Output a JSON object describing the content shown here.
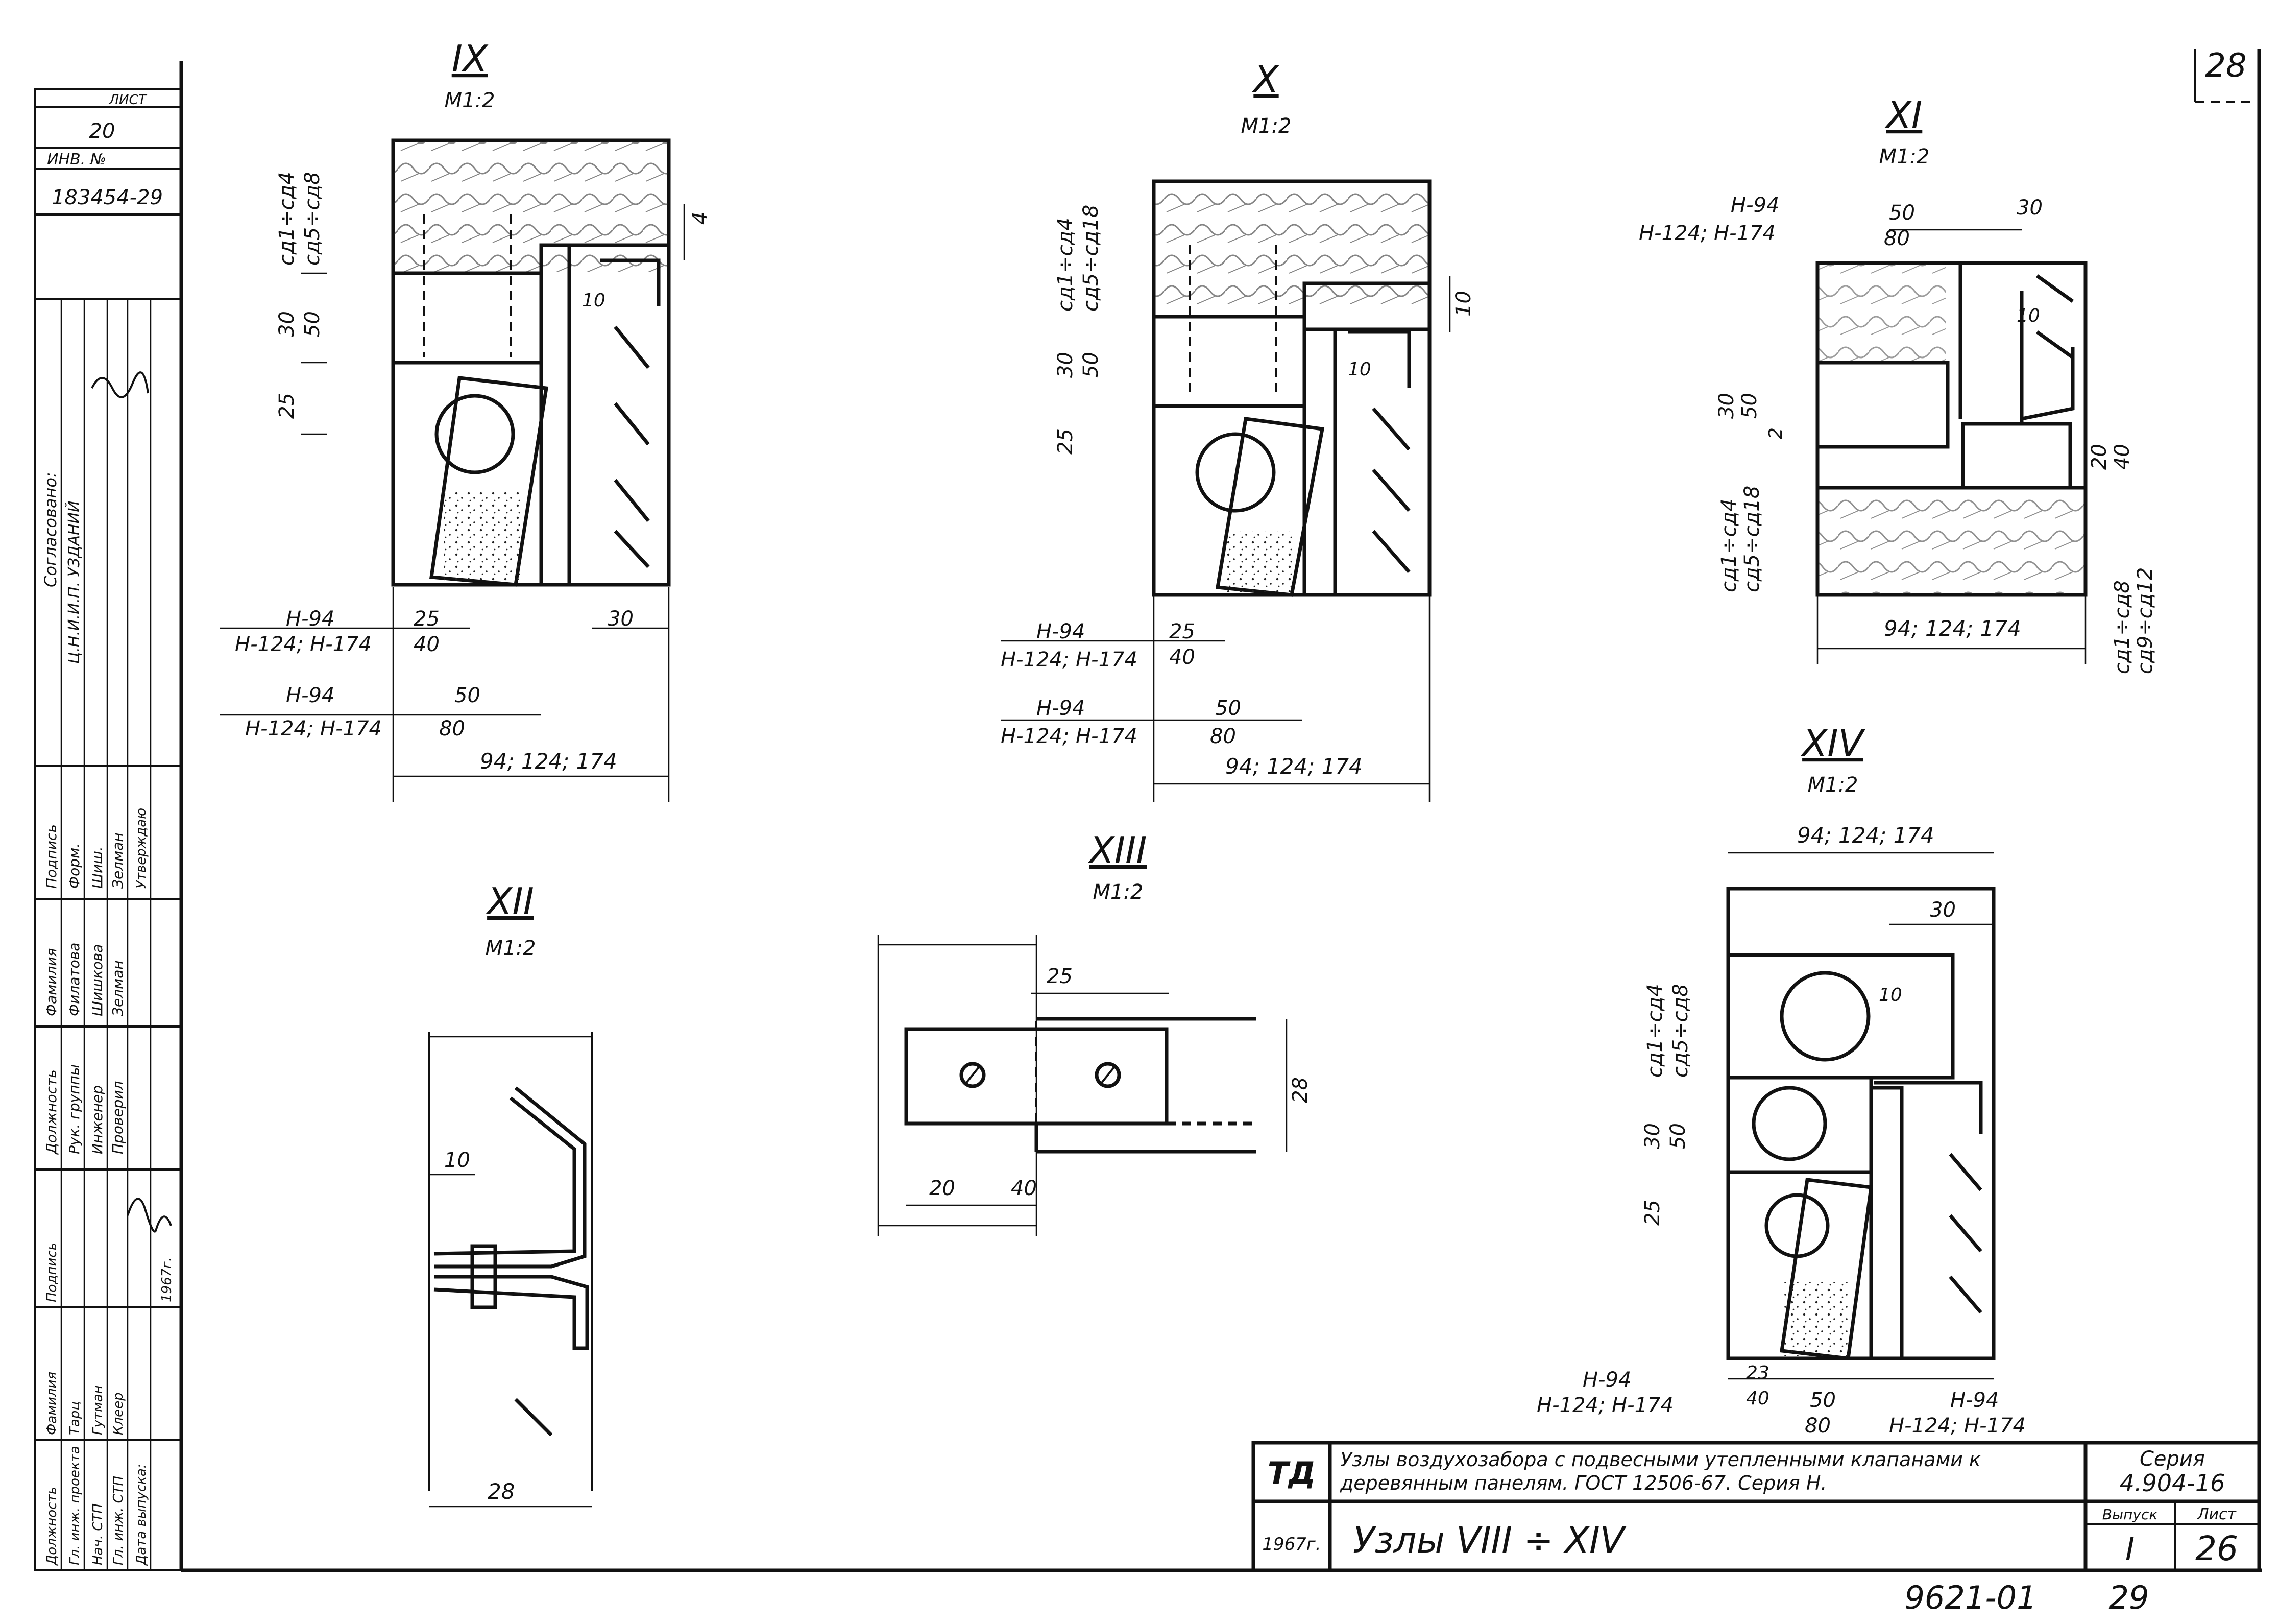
{
  "sheet": {
    "sheet_number": "28",
    "bottom_number": "9621-01",
    "bottom_page": "29"
  },
  "left_strip": {
    "label_top": "ЛИСТ",
    "number_top": "20",
    "inv_label": "ИНВ. №",
    "inv_number": "183454-29",
    "agreed_label": "Согласовано:",
    "engineer_label": "Ц.Н.И.И.П. УЗДАНИЙ",
    "rows_a": [
      {
        "role": "Рук. группы",
        "name": "Филатова",
        "sign": "Форм."
      },
      {
        "role": "Инженер",
        "name": "Шишкова",
        "sign": "Шиш."
      },
      {
        "role": "Проверил",
        "name": "Зелман",
        "sign": "Зелман"
      }
    ],
    "rows_b": [
      {
        "role": "Гл. инж. проекта",
        "name": "Тарц",
        "sign": ""
      },
      {
        "role": "Нач. СТП",
        "name": "Гутман",
        "sign": ""
      },
      {
        "role": "Гл. инж. СТП",
        "name": "Клеер",
        "sign": ""
      }
    ],
    "header_b": [
      "Должность",
      "Фамилия",
      "Подпись"
    ],
    "header_a": [
      "Должность",
      "Фамилия",
      "Подпись"
    ],
    "approved_label": "Утверждаю",
    "release_label": "Дата выпуска:",
    "year": "1967г."
  },
  "views": [
    {
      "id": "ix",
      "numeral": "IX",
      "scale": "М1:2",
      "dims": [
        "сд1÷сд4",
        "сд5÷сд8",
        "30",
        "50",
        "25",
        "4",
        "10",
        "Н-94",
        "Н-124; Н-174",
        "25",
        "40",
        "30",
        "Н-94",
        "Н-124; Н-174",
        "50",
        "80",
        "94; 124; 174"
      ]
    },
    {
      "id": "x",
      "numeral": "X",
      "scale": "М1:2",
      "dims": [
        "сд1÷сд4",
        "сд5÷сд18",
        "30",
        "50",
        "25",
        "10",
        "10",
        "Н-94",
        "Н-124; Н-174",
        "25",
        "40",
        "Н-94",
        "Н-124; Н-174",
        "50",
        "80",
        "94; 124; 174"
      ]
    },
    {
      "id": "xi",
      "numeral": "XI",
      "scale": "М1:2",
      "dims": [
        "Н-94",
        "Н-124; Н-174",
        "50",
        "80",
        "30",
        "10",
        "30",
        "50",
        "2",
        "сд1÷сд4",
        "сд5÷сд18",
        "20",
        "40",
        "94; 124; 174",
        "сд1÷сд8",
        "сд9÷сд12"
      ]
    },
    {
      "id": "xii",
      "numeral": "XII",
      "scale": "М1:2",
      "dims": [
        "10",
        "28"
      ]
    },
    {
      "id": "xiii",
      "numeral": "XIII",
      "scale": "М1:2",
      "dims": [
        "25",
        "28",
        "20",
        "40"
      ]
    },
    {
      "id": "xiv",
      "numeral": "XIV",
      "scale": "М1:2",
      "dims": [
        "94; 124; 174",
        "30",
        "10",
        "сд1÷сд4",
        "сд5÷сд8",
        "30",
        "50",
        "25",
        "Н-94",
        "Н-124; Н-174",
        "23",
        "40",
        "50",
        "80",
        "Н-94",
        "Н-124; Н-174"
      ]
    }
  ],
  "title_block": {
    "org": "ТД",
    "description": "Узлы воздухозабора с подвесными утепленными клапанами к деревянным панелям. ГОСТ 12506-67. Серия Н.",
    "title": "Узлы VIII ÷ XIV",
    "year": "1967г.",
    "series_label": "Серия",
    "series_value": "4.904-16",
    "issue_label": "Выпуск",
    "issue_value": "I",
    "sheet_label": "Лист",
    "sheet_value": "26"
  }
}
